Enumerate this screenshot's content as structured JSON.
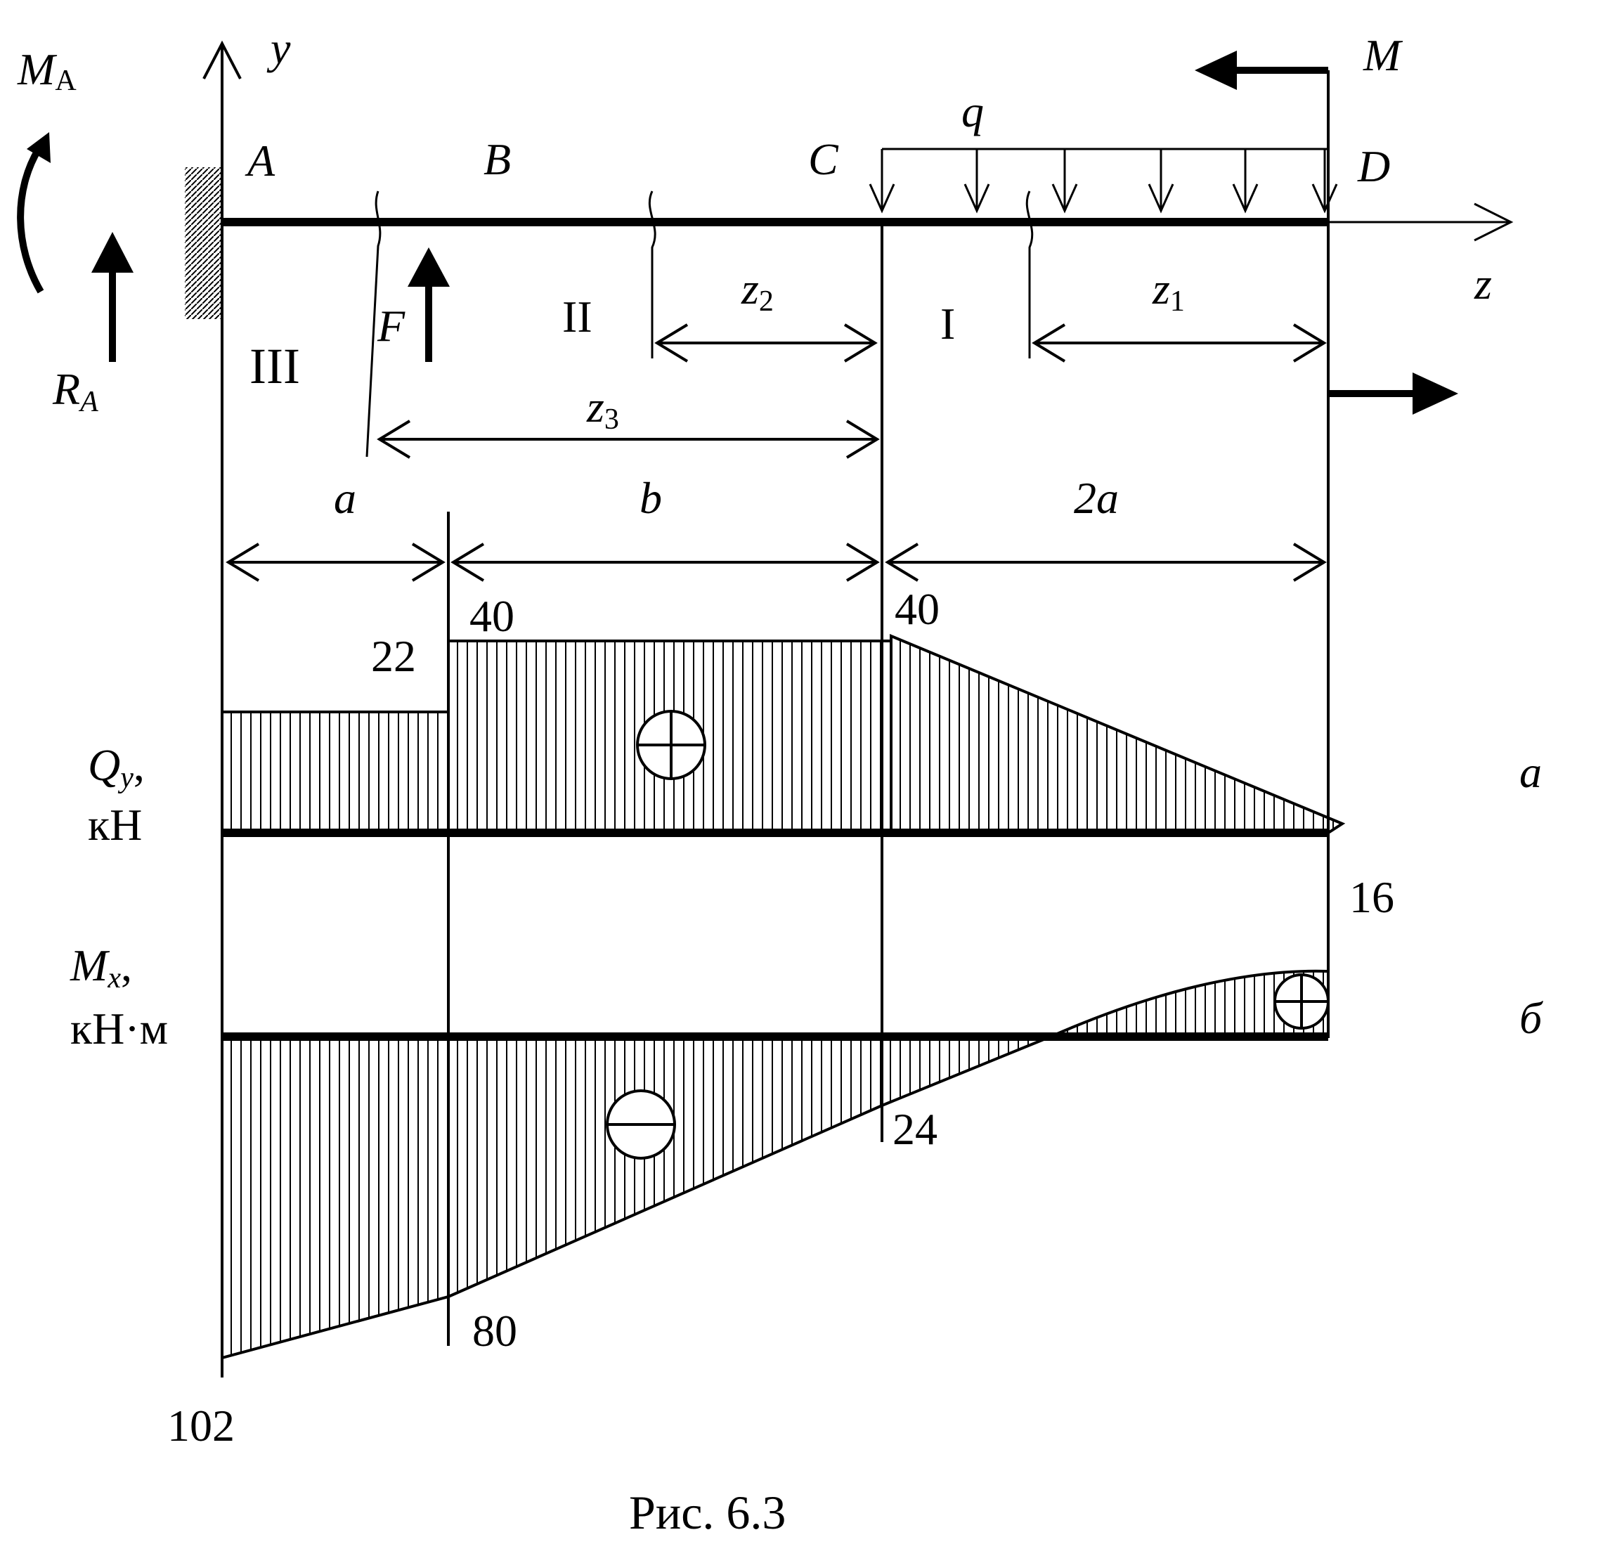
{
  "labels": {
    "MA": "M",
    "MA_sub": "A",
    "RA": "R",
    "RA_sub": "A",
    "y": "y",
    "z": "z",
    "A": "A",
    "B": "B",
    "C": "C",
    "D": "D",
    "q": "q",
    "M": "M",
    "F": "F",
    "sec1": "I",
    "sec2": "II",
    "sec3": "III",
    "z1": "z",
    "z1_sub": "1",
    "z2": "z",
    "z2_sub": "2",
    "z3": "z",
    "z3_sub": "3",
    "dim_a": "a",
    "dim_b": "b",
    "dim_2a": "2a",
    "Qy": "Q",
    "Qy_sub": "y",
    "Qy_comma": ",",
    "Qy_unit": "кН",
    "Mx": "M",
    "Mx_sub": "x",
    "Mx_comma": ",",
    "Mx_unit": "кН·м",
    "panel_a": "а",
    "panel_b": "б",
    "caption": "Рис. 6.3"
  },
  "chart_data": {
    "type": "diagram",
    "shear_Qy": {
      "values": [
        "22",
        "40",
        "40",
        "16"
      ]
    },
    "moment_Mx": {
      "values": [
        "102",
        "80",
        "24"
      ]
    }
  }
}
